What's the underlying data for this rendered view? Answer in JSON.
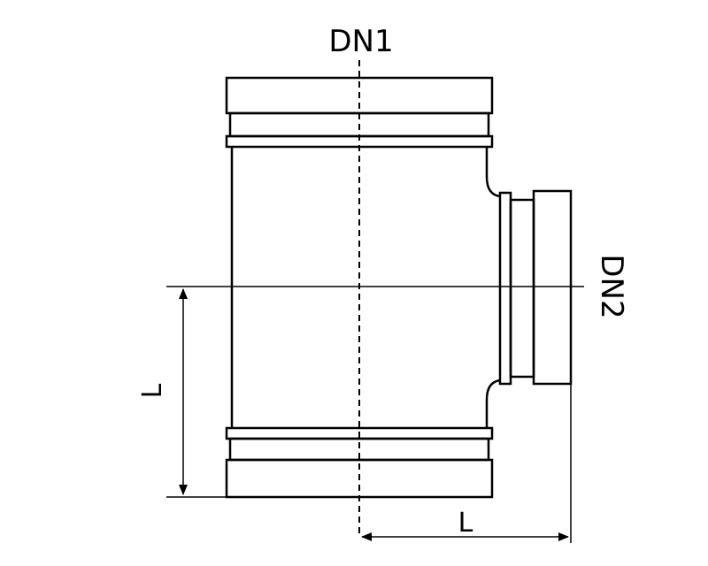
{
  "labels": {
    "dn1": "DN1",
    "dn2": "DN2",
    "l_vertical": "L",
    "l_horizontal": "L"
  },
  "colors": {
    "line": "#000000",
    "background": "#ffffff"
  }
}
